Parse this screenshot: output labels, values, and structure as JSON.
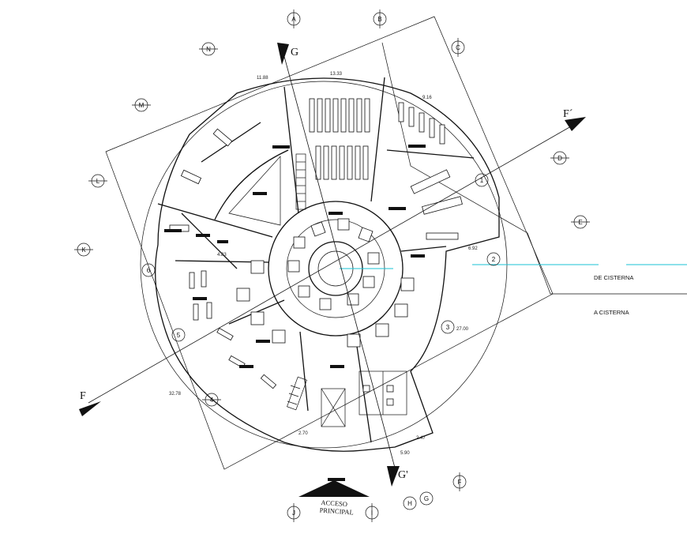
{
  "grid_bubbles": [
    {
      "id": "A",
      "label": "A"
    },
    {
      "id": "B",
      "label": "B"
    },
    {
      "id": "C",
      "label": "C"
    },
    {
      "id": "D",
      "label": "D"
    },
    {
      "id": "E",
      "label": "E"
    },
    {
      "id": "M",
      "label": "M"
    },
    {
      "id": "N",
      "label": "N"
    },
    {
      "id": "L",
      "label": "L"
    },
    {
      "id": "K",
      "label": "K"
    },
    {
      "id": "6",
      "label": "6"
    },
    {
      "id": "5",
      "label": "5"
    },
    {
      "id": "4",
      "label": "4"
    },
    {
      "id": "3",
      "label": "3"
    },
    {
      "id": "2",
      "label": "2"
    },
    {
      "id": "1",
      "label": "1"
    },
    {
      "id": "F",
      "label": "F"
    },
    {
      "id": "G2",
      "label": "G"
    },
    {
      "id": "H",
      "label": "H"
    },
    {
      "id": "J",
      "label": "J"
    },
    {
      "id": "I",
      "label": "I"
    }
  ],
  "section_marks": {
    "g_top": "G",
    "g_bottom": "G'",
    "f_right": "F´",
    "f_left": "F"
  },
  "annotations": {
    "de_cisterna": "DE CISTERNA",
    "a_cisterna": "A CISTERNA",
    "acceso_line1": "ACCESO",
    "acceso_line2": "PRINCIPAL"
  },
  "dimensions": {
    "top_left": "11.88",
    "top_mid": "13.33",
    "right_upper": "9.16",
    "mid_left": "4.83",
    "right_dim": "27.00",
    "left_outer": "32.78",
    "small_a": "6.92",
    "small_b": "2.47",
    "small_c": "5.90",
    "small_d": "2.70"
  },
  "colors": {
    "line": "#111111",
    "cyan_axis": "#19c3d6",
    "background": "#ffffff"
  }
}
